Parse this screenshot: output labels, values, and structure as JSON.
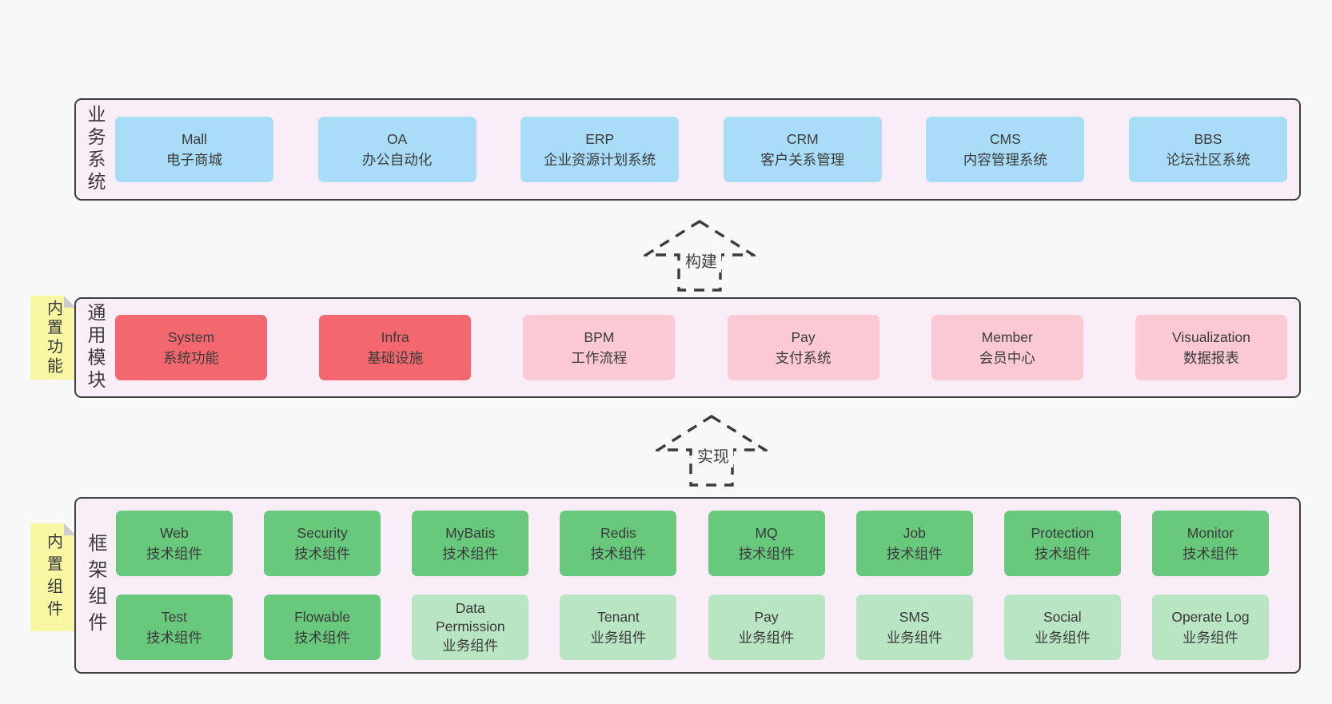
{
  "colors": {
    "page_bg": "#f8f8f8",
    "panel_bg": "#f9eef7",
    "panel_border": "#3f3f3f",
    "box_blue": "#a9dcf6",
    "box_red": "#f2686e",
    "box_pink": "#fbc9d4",
    "box_green": "#68c87c",
    "box_light_green": "#b9e5c3",
    "sticky_yellow": "#f7f7a4",
    "sticky_fold_gray": "#cccccc",
    "text": "#3b3b3b"
  },
  "layers": [
    {
      "label": "业务系统",
      "boxes": [
        {
          "en": "Mall",
          "zh": "电子商城",
          "color": "blue"
        },
        {
          "en": "OA",
          "zh": "办公自动化",
          "color": "blue"
        },
        {
          "en": "ERP",
          "zh": "企业资源计划系统",
          "color": "blue"
        },
        {
          "en": "CRM",
          "zh": "客户关系管理",
          "color": "blue"
        },
        {
          "en": "CMS",
          "zh": "内容管理系统",
          "color": "blue"
        },
        {
          "en": "BBS",
          "zh": "论坛社区系统",
          "color": "blue"
        }
      ]
    },
    {
      "label": "通用模块",
      "sticky": "内置功能",
      "boxes": [
        {
          "en": "System",
          "zh": "系统功能",
          "color": "red"
        },
        {
          "en": "Infra",
          "zh": "基础设施",
          "color": "red"
        },
        {
          "en": "BPM",
          "zh": "工作流程",
          "color": "pink"
        },
        {
          "en": "Pay",
          "zh": "支付系统",
          "color": "pink"
        },
        {
          "en": "Member",
          "zh": "会员中心",
          "color": "pink"
        },
        {
          "en": "Visualization",
          "zh": "数据报表",
          "color": "pink"
        }
      ]
    },
    {
      "label": "框架组件",
      "sticky": "内置组件",
      "rows": [
        [
          {
            "en": "Web",
            "zh": "技术组件",
            "color": "green"
          },
          {
            "en": "Security",
            "zh": "技术组件",
            "color": "green"
          },
          {
            "en": "MyBatis",
            "zh": "技术组件",
            "color": "green"
          },
          {
            "en": "Redis",
            "zh": "技术组件",
            "color": "green"
          },
          {
            "en": "MQ",
            "zh": "技术组件",
            "color": "green"
          },
          {
            "en": "Job",
            "zh": "技术组件",
            "color": "green"
          },
          {
            "en": "Protection",
            "zh": "技术组件",
            "color": "green"
          },
          {
            "en": "Monitor",
            "zh": "技术组件",
            "color": "green"
          }
        ],
        [
          {
            "en": "Test",
            "zh": "技术组件",
            "color": "green"
          },
          {
            "en": "Flowable",
            "zh": "技术组件",
            "color": "green"
          },
          {
            "en": "Data Permission",
            "zh": "业务组件",
            "color": "lightgreen"
          },
          {
            "en": "Tenant",
            "zh": "业务组件",
            "color": "lightgreen"
          },
          {
            "en": "Pay",
            "zh": "业务组件",
            "color": "lightgreen"
          },
          {
            "en": "SMS",
            "zh": "业务组件",
            "color": "lightgreen"
          },
          {
            "en": "Social",
            "zh": "业务组件",
            "color": "lightgreen"
          },
          {
            "en": "Operate Log",
            "zh": "业务组件",
            "color": "lightgreen"
          }
        ]
      ]
    }
  ],
  "arrows": [
    {
      "label": "构建"
    },
    {
      "label": "实现"
    }
  ]
}
